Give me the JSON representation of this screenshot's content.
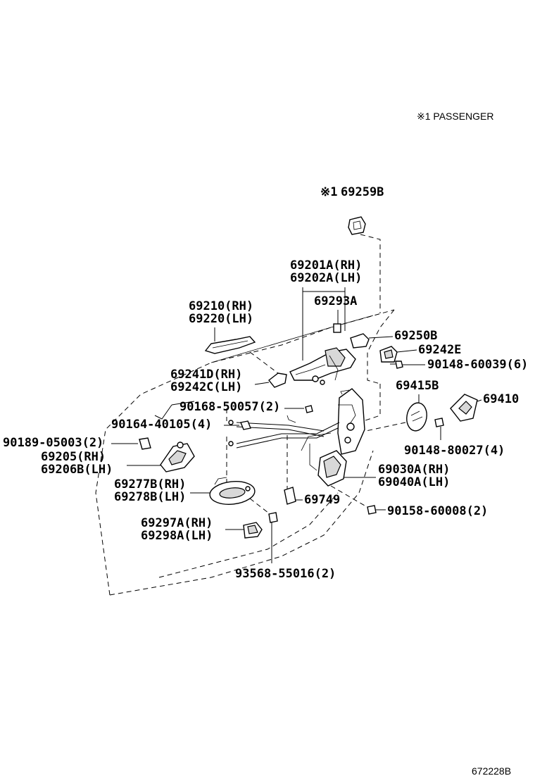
{
  "header": {
    "note": "※1 PASSENGER"
  },
  "footer": {
    "ref_code": "672228B"
  },
  "parts": {
    "p69259b": {
      "prefix": "※1",
      "number": "69259B"
    },
    "p69201a": "69201A(RH)",
    "p69202a": "69202A(LH)",
    "p69293a": "69293A",
    "p69210": "69210(RH)",
    "p69220": "69220(LH)",
    "p69250b": "69250B",
    "p69242e": "69242E",
    "p90148_60039": "90148-60039(6)",
    "p69241d": "69241D(RH)",
    "p69242c": "69242C(LH)",
    "p69415b": "69415B",
    "p69410": "69410",
    "p90168_50057": "90168-50057(2)",
    "p90164_40105": "90164-40105(4)",
    "p90189_05003": "90189-05003(2)",
    "p69205": "69205(RH)",
    "p69206b": "69206B(LH)",
    "p90148_80027": "90148-80027(4)",
    "p69030a": "69030A(RH)",
    "p69040a": "69040A(LH)",
    "p69277b": "69277B(RH)",
    "p69278b": "69278B(LH)",
    "p69749": "69749",
    "p90158_60008": "90158-60008(2)",
    "p69297a": "69297A(RH)",
    "p69298a": "69298A(LH)",
    "p93568_55016": "93568-55016(2)"
  }
}
